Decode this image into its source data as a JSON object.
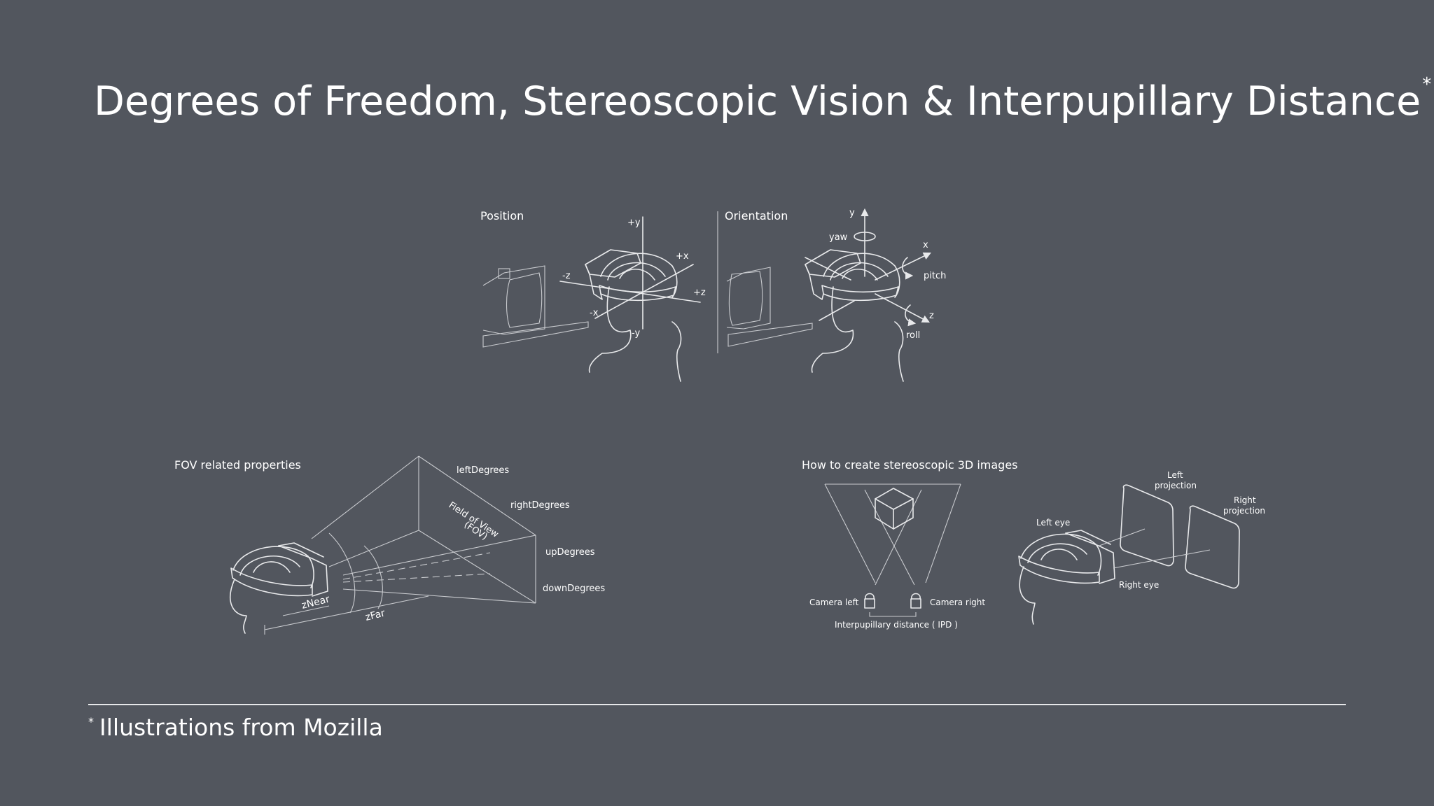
{
  "title": "Degrees of Freedom, Stereoscopic Vision & Interpupillary Distance",
  "title_mark": "*",
  "position": {
    "heading": "Position",
    "axes": {
      "py": "+y",
      "px": "+x",
      "nz": "-z",
      "pz": "+z",
      "nx": "-x",
      "ny": "-y"
    }
  },
  "orientation": {
    "heading": "Orientation",
    "axes": {
      "y": "y",
      "x": "x",
      "z": "z"
    },
    "yaw": "yaw",
    "pitch": "pitch",
    "roll": "roll"
  },
  "fov": {
    "heading": "FOV related properties",
    "left": "leftDegrees",
    "right": "rightDegrees",
    "up": "upDegrees",
    "down": "downDegrees",
    "fov_line1": "Field of View",
    "fov_line2": "(FOV)",
    "znear": "zNear",
    "zfar": "zFar"
  },
  "stereo": {
    "heading": "How to create stereoscopic 3D images",
    "camera_left": "Camera left",
    "camera_right": "Camera right",
    "ipd": "Interpupillary distance ( IPD )",
    "left_eye": "Left eye",
    "right_eye": "Right eye",
    "left_proj_1": "Left",
    "left_proj_2": "projection",
    "right_proj_1": "Right",
    "right_proj_2": "projection"
  },
  "footnote_mark": "*",
  "footnote": "Illustrations from Mozilla",
  "colors": {
    "background": "#52565e",
    "foreground": "#ffffff",
    "line": "#e8e9eb"
  }
}
